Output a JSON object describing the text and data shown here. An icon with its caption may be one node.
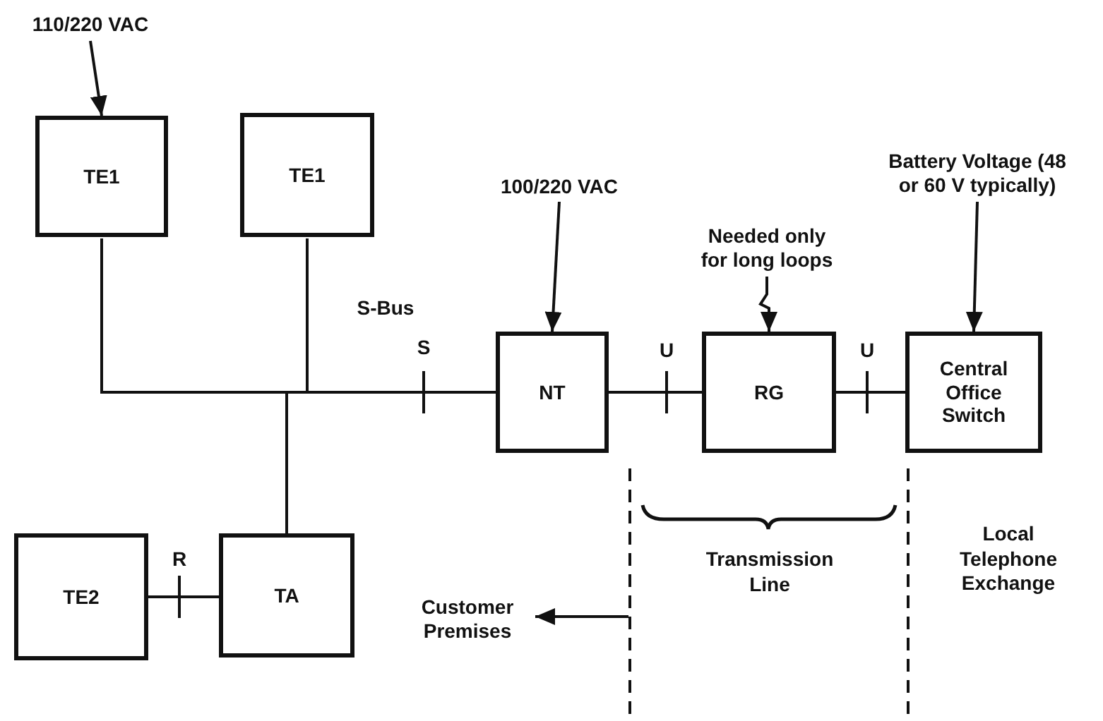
{
  "diagram": {
    "nodes": [
      {
        "text": [
          "TE1"
        ]
      },
      {
        "text": [
          "TE1"
        ]
      },
      {
        "text": [
          "NT"
        ]
      },
      {
        "text": [
          "RG"
        ]
      },
      {
        "text": [
          "Central Office Switch"
        ]
      },
      {
        "text": [
          "TE2"
        ]
      },
      {
        "text": [
          "TA"
        ]
      },
      {
        "text": [
          "110/220 VAC"
        ]
      },
      {
        "text": [
          "100/220 VAC"
        ]
      },
      {
        "text": [
          "Needed only for long loops"
        ]
      },
      {
        "text": [
          "Battery Voltage (48 or 60 V typically)"
        ]
      },
      {
        "text": [
          "Customer Premises"
        ]
      }
    ],
    "edges": [
      {
        "from": 0,
        "to": 2,
        "arrow": "none"
      },
      {
        "from": 1,
        "to": 2,
        "arrow": "none"
      },
      {
        "from": 6,
        "to": 2,
        "arrow": "none"
      },
      {
        "from": 2,
        "to": 3,
        "arrow": "none"
      },
      {
        "from": 3,
        "to": 4,
        "arrow": "none"
      },
      {
        "from": 5,
        "to": 6,
        "arrow": "none"
      },
      {
        "from": 7,
        "to": 0,
        "arrow": "to"
      },
      {
        "from": 8,
        "to": 2,
        "arrow": "to"
      },
      {
        "from": 9,
        "to": 3,
        "arrow": "to"
      },
      {
        "from": 10,
        "to": 4,
        "arrow": "to"
      },
      {
        "from": null,
        "to": 11,
        "arrow": "to"
      }
    ],
    "labels": [
      "S-Bus",
      "S",
      "U",
      "U",
      "Local Telephone Exchange",
      "R",
      "Transmission Line"
    ]
  }
}
